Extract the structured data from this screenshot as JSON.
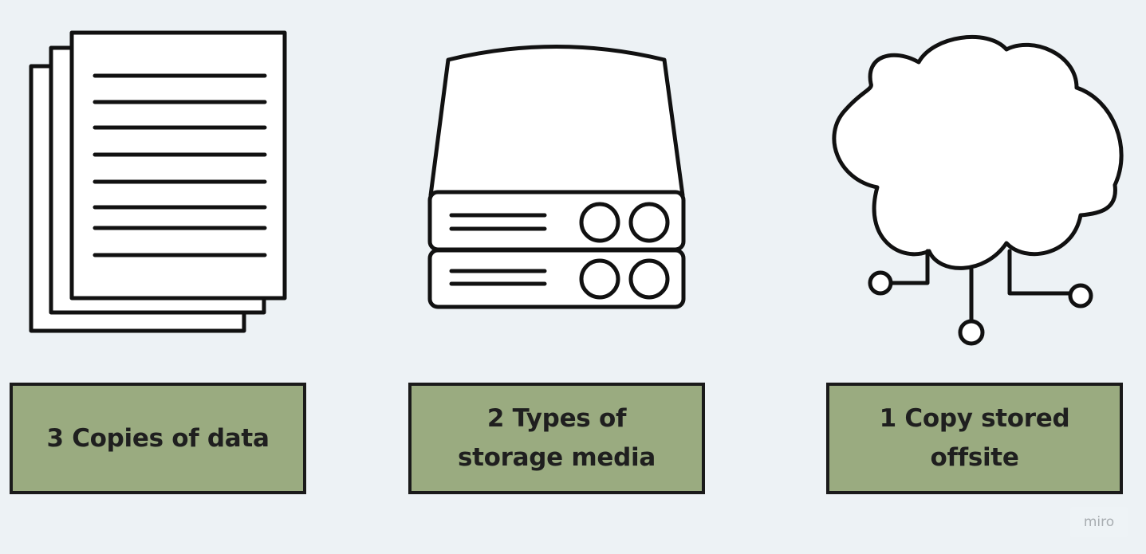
{
  "background_color": "#edf2f5",
  "box_color": "#9aab80",
  "icon_stroke_color": "#111111",
  "icon_fill_color": "#ffffff",
  "items": [
    {
      "icon": "stacked-documents-icon",
      "label_lines": [
        "3 Copies of data"
      ]
    },
    {
      "icon": "storage-server-icon",
      "label_lines": [
        "2 Types of",
        "storage media"
      ]
    },
    {
      "icon": "cloud-network-icon",
      "label_lines": [
        "1 Copy stored",
        "offsite"
      ]
    }
  ],
  "watermark": "miro"
}
